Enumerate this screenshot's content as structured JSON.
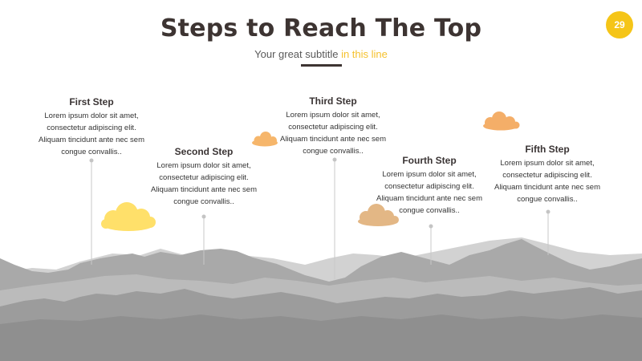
{
  "header": {
    "title": "Steps to Reach The Top",
    "subtitle_main": "Your great subtitle",
    "subtitle_highlight": "in this line",
    "page_number": "29"
  },
  "colors": {
    "accent": "#f5c518",
    "title": "#3d3432",
    "cloud_yellow": "#ffe06a",
    "cloud_orange": "#f6b66b",
    "cloud_tan": "#e3b785",
    "mountain": "#9a9a9a"
  },
  "steps": [
    {
      "title": "First Step",
      "lines": [
        "Lorem ipsum dolor sit amet,",
        "consectetur adipiscing elit.",
        "Aliquam tincidunt ante nec sem",
        "congue convallis.."
      ]
    },
    {
      "title": "Second Step",
      "lines": [
        "Lorem ipsum dolor sit amet,",
        "consectetur adipiscing elit.",
        "Aliquam tincidunt ante nec sem",
        "congue convallis.."
      ]
    },
    {
      "title": "Third Step",
      "lines": [
        "Lorem ipsum dolor sit amet,",
        "consectetur adipiscing elit.",
        "Aliquam tincidunt ante nec sem",
        "congue convallis.."
      ]
    },
    {
      "title": "Fourth Step",
      "lines": [
        "Lorem ipsum dolor sit amet,",
        "consectetur adipiscing elit.",
        "Aliquam tincidunt ante nec sem",
        "congue convallis.."
      ]
    },
    {
      "title": "Fifth Step",
      "lines": [
        "Lorem ipsum dolor sit amet,",
        "consectetur adipiscing elit.",
        "Aliquam tincidunt ante nec sem",
        "congue convallis.."
      ]
    }
  ]
}
